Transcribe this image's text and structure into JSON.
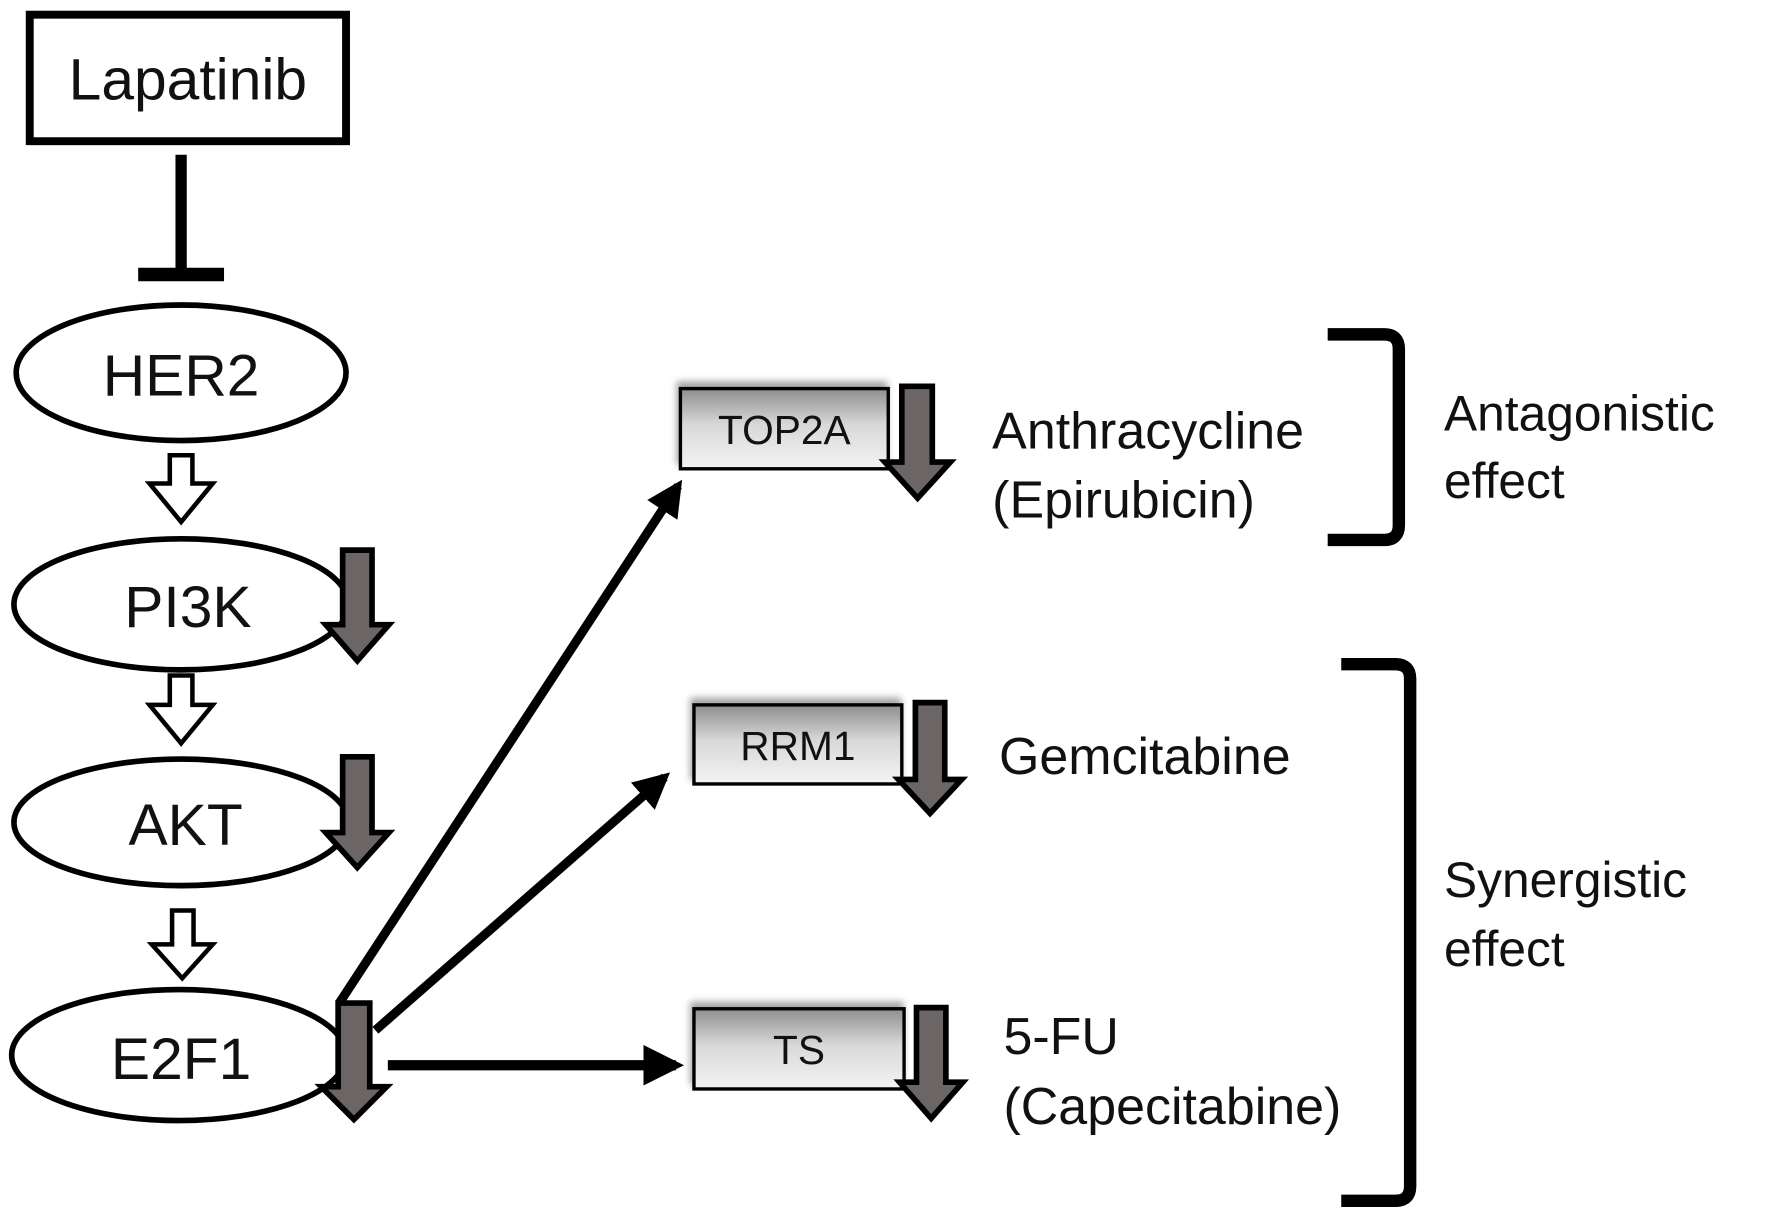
{
  "diagram": {
    "inhibitor": {
      "label": "Lapatinib"
    },
    "pathway": [
      {
        "id": "her2",
        "label": "HER2",
        "downregulated": false
      },
      {
        "id": "pi3k",
        "label": "PI3K",
        "downregulated": true
      },
      {
        "id": "akt",
        "label": "AKT",
        "downregulated": true
      },
      {
        "id": "e2f1",
        "label": "E2F1",
        "downregulated": true
      }
    ],
    "targets": [
      {
        "id": "top2a",
        "label": "TOP2A",
        "drug_line1": "Anthracycline",
        "drug_line2": "(Epirubicin)",
        "downregulated": true
      },
      {
        "id": "rrm1",
        "label": "RRM1",
        "drug_line1": "Gemcitabine",
        "drug_line2": "",
        "downregulated": true
      },
      {
        "id": "ts",
        "label": "TS",
        "drug_line1": "5-FU",
        "drug_line2": "(Capecitabine)",
        "downregulated": true
      }
    ],
    "effects": [
      {
        "id": "antagonistic",
        "line1": "Antagonistic",
        "line2": "effect",
        "applies_to": [
          "top2a"
        ]
      },
      {
        "id": "synergistic",
        "line1": "Synergistic",
        "line2": "effect",
        "applies_to": [
          "rrm1",
          "ts"
        ]
      }
    ],
    "colors": {
      "stroke": "#000000",
      "down_arrow_fill": "#6b6566",
      "box_gradient_top": "#9a9a9a",
      "box_gradient_bottom": "#f2f2f2"
    }
  }
}
